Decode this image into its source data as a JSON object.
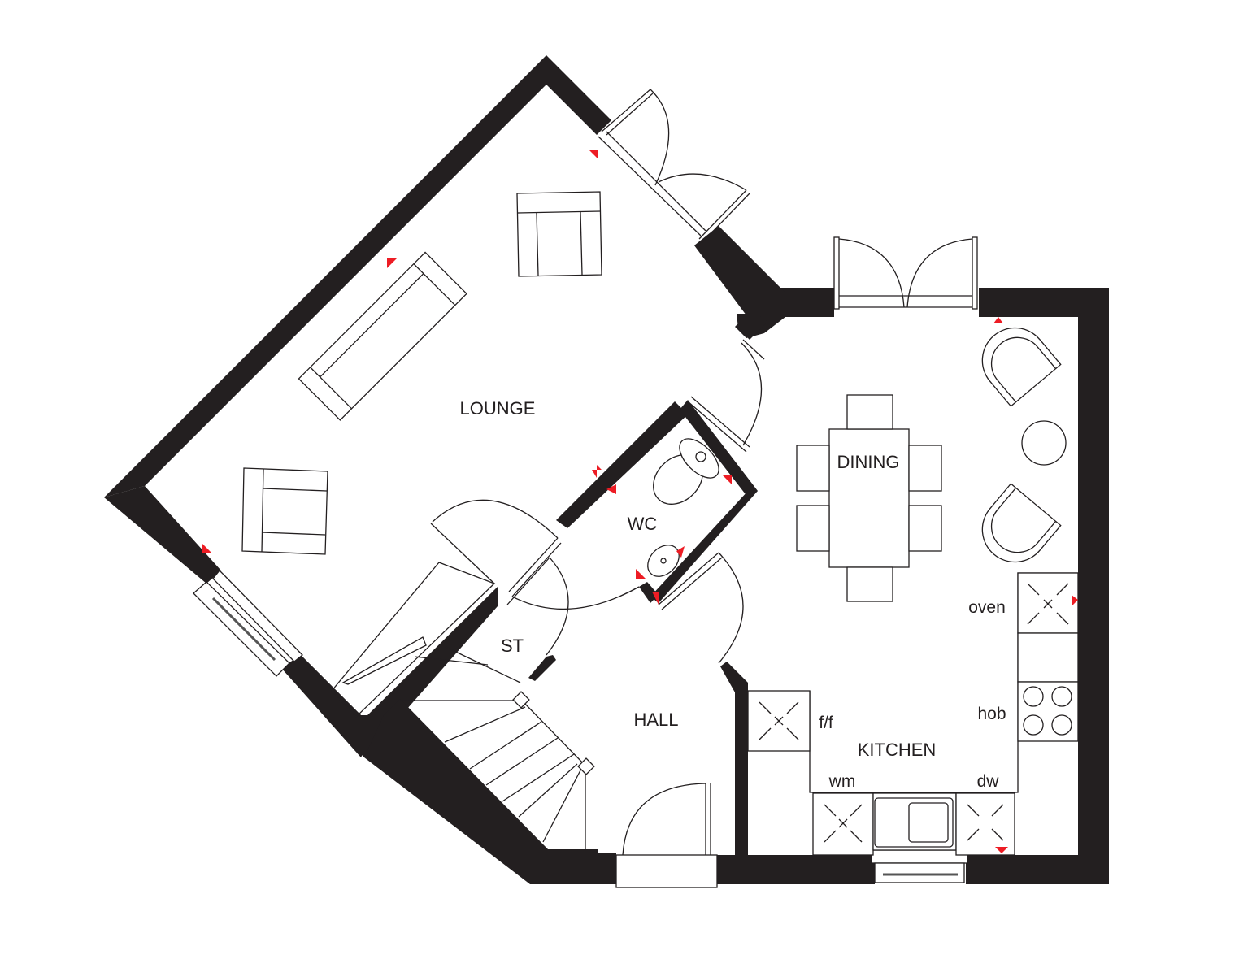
{
  "plan": {
    "rooms": {
      "lounge": "LOUNGE",
      "dining": "DINING",
      "wc": "WC",
      "st": "ST",
      "hall": "HALL",
      "kitchen": "KITCHEN"
    },
    "appliances": {
      "oven": "oven",
      "hob": "hob",
      "ff": "f/f",
      "wm": "wm",
      "dw": "dw"
    },
    "colors": {
      "wall": "#231f20",
      "marker": "#ed1c24",
      "background": "#ffffff"
    }
  }
}
